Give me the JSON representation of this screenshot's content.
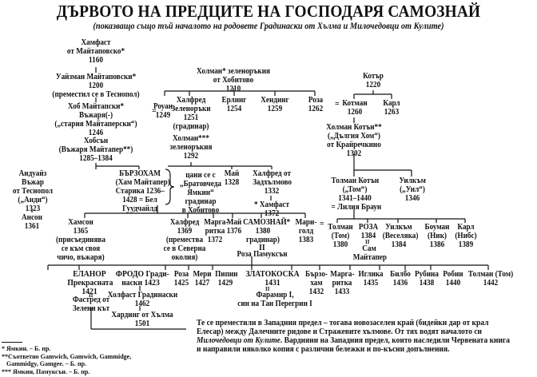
{
  "header": {
    "title": "ДЪРВОТО НА ПРЕДЦИТЕ НА ГОСПОДАРЯ САМОЗНАЙ",
    "subtitle": "(показващо също тъй началото на родовете Градинаски от Хълма и Милочедовци от Кулите)"
  },
  "tree": {
    "hamfast_1": "Хамфаст\nот Майтаповско*\n1160",
    "wiseman": "Уайзман Майтаповски*\n1200\n(преместил се в Теснопол)",
    "hob": "Хоб Майтапски*\nВъжаря(-)\n(„стария Майтаперски“)\n1246",
    "hobson": "Хобсън\n(Въжаря Майтапер**)\n1285–1384",
    "andwise": "Андуайз\nВъжар\nот Теснопол\n(„Анди“)\n1323",
    "anson": "Ансон\n1361",
    "barzoham": "БЪРЗОХАМ\n(Хам Майтапер)\nСтарика 1236–\n1428 = Бел\nГуудчайлд",
    "brace_note": "цани се с\n„Братовчеда\nЯмкин“\nградинар\nв Хобитово",
    "holman_1": "Холман* зеленоръкия\nот Хобитово\n1210",
    "rowan": "Роуан\n1249",
    "halfred_1": "Халфред\nЗеленоръки\n1251\n(градинар)",
    "holman_2": "Холман***\nзеленоръкия\n1292",
    "erling": "Ерлинг\n1254",
    "hending": "Хендинг\n1259",
    "rose_1": "Роза\n1262",
    "cotter": "Котър\n1220",
    "cotman": "Котман\n1260",
    "carl_1": "Карл\n1263",
    "holman_cotton": "Холман Котън**\n(„Дългия Хом“)\nот Крайречкино\n1302",
    "may_1": "Май\n1328",
    "halfred_2": "Халфред от\nЗадхълмово\n1332",
    "hamfast_2": "* Хамфаст\n1372",
    "tolman_1": "Толман Котън\n(„Том“)\n1341–1440\n= Лилия Браун",
    "wilcome_1": "Уилкъм\n(„Уил“)\n1346",
    "hamson": "Хамсон\n1365\n(присъединява\nсе към своя\nчичо, въжаря)",
    "halfred_3": "Халфред\n1369\n(премества\nсе в Северна\nоколия)",
    "daisy_1": "Марга-\nритка\n1372",
    "may_2": "Май\n1376",
    "samwise": "САМОЗНАЙ*\n1380\nградинар)",
    "marigold": "Мари-\nголд\n1383",
    "rose_cotton": "Роза Памуксън",
    "tolman_2": "Толман\n(Том)\n1380",
    "rose_2": "РОЗА\n1384",
    "sam_maitaper": "Сам\nМайтапер",
    "wilcome_2": "Уилкъм\n(Веселяка)\n1384",
    "bowman": "Боуман\n(Ник)\n1386",
    "carl_2": "Карл\n(Нибс)\n1389",
    "elanor": "ЕЛАНОР\nПрекрасната\n1421",
    "fastred": "Фастред от\nЗелени кът",
    "frodo": "ФРОДО Гради-\nнаски 1423",
    "holfast": "Холфаст Градинаски\n1462",
    "harding": "Хардинг от Хълма\n1501",
    "rose_3": "Роза\n1425",
    "merry": "Мери\n1427",
    "pippin": "Пипин\n1429",
    "goldilocks": "ЗЛАТОКОСКА\n1431",
    "faramir": "Фарамир I,\nсин на Тан Перегрин I",
    "hamfast_3": "Бързо-\nхам\n1432",
    "daisy_2": "Марга-\nритка\n1433",
    "primrose": "Иглика\n1435",
    "bilbo": "Билбо\n1436",
    "ruby": "Рубина\n1438",
    "robin": "Робин\n1440",
    "tolman_3": "Толман (Том)\n1442"
  },
  "note": {
    "part1": "Те се преместили в Западния предел – тогава новозаселен край (бидейки дар от крал Елесар) между Далечните ридове и Стражевите хълмове. От тях водят началото си ",
    "italic": "Милочедовци от Кулите",
    "part2": ". Вардияни на Западния предел, които наследили Червената книга и направили няколко копия с различни бележки и по-късни допълнения."
  },
  "footnotes": [
    "* Ямкин. – Б. пр.",
    "**Съответно Gamwich, Gamwich, Gammidge,",
    "   Gammidgy, Gamgee. – Б. пр.",
    "*** Ямкин, Памуксън. – Б. пр."
  ],
  "symbols": {
    "equals": "=",
    "married": "II"
  }
}
